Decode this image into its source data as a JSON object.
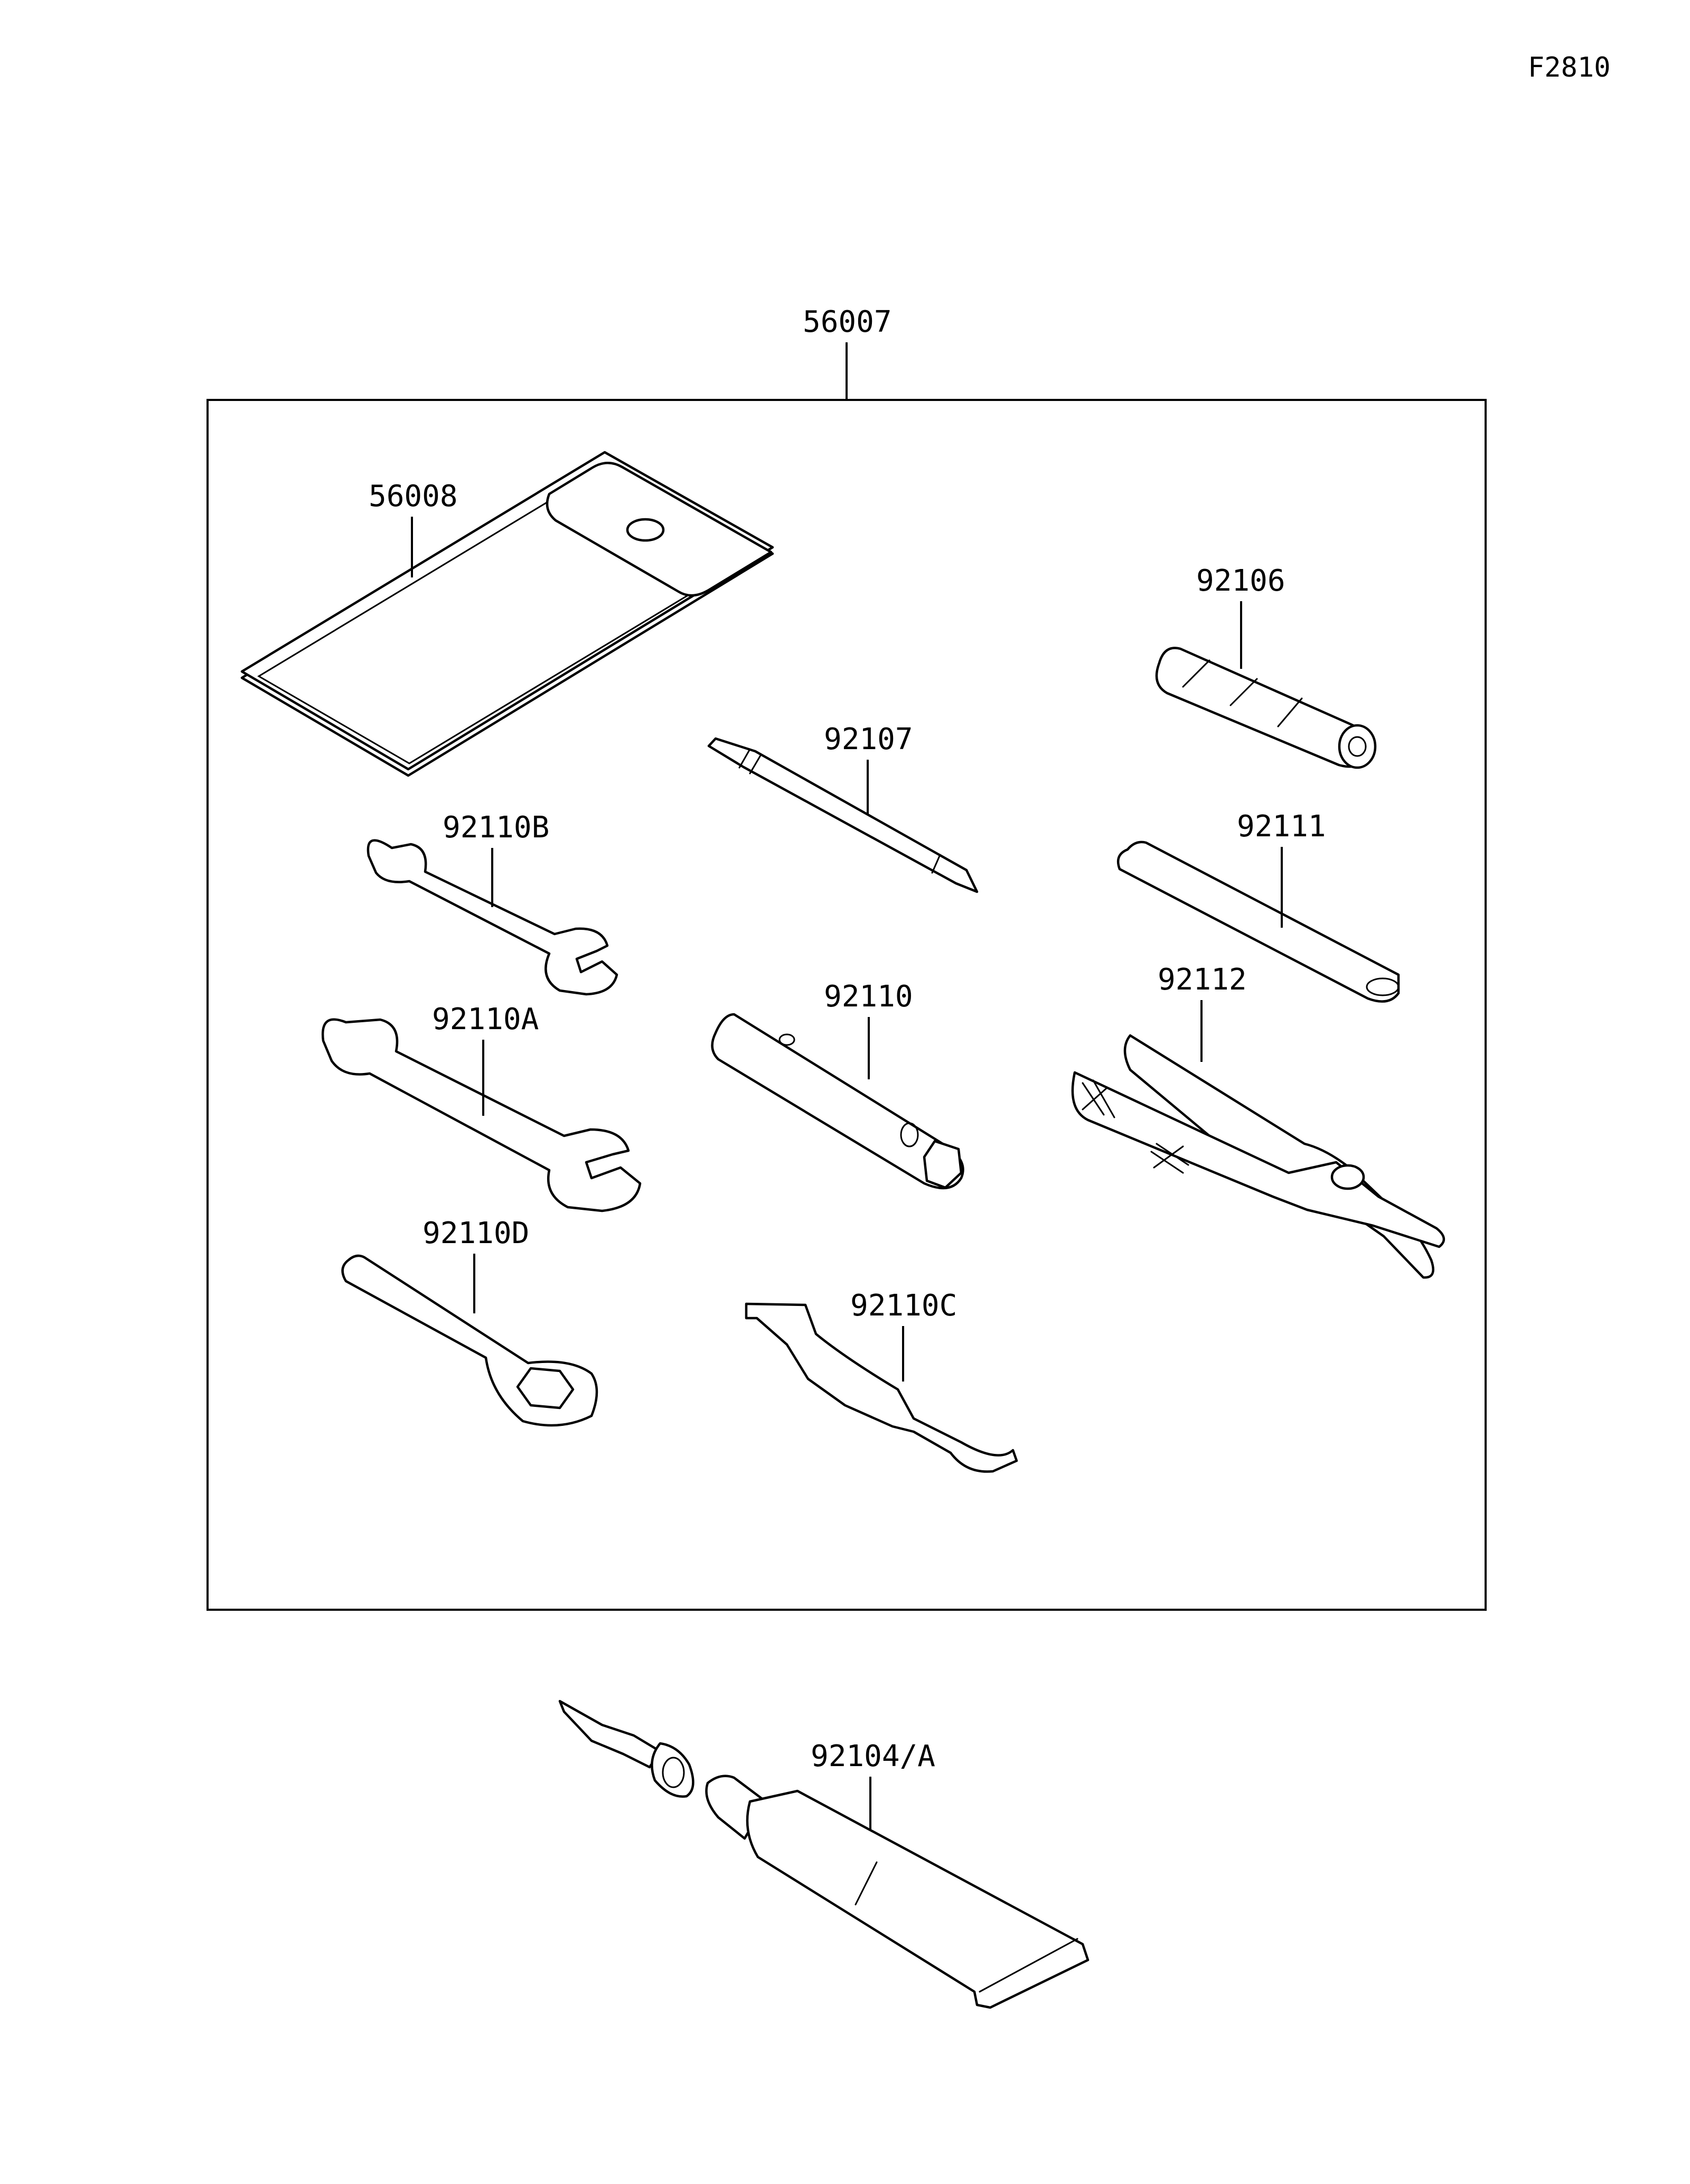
{
  "figure_code": "F2810",
  "assembly_label": "56007",
  "parts": {
    "case": "56008",
    "grip": "92106",
    "screwdriver": "92107",
    "wrench_b": "92110B",
    "bar": "92111",
    "wrench_a": "92110A",
    "box_wrench": "92110",
    "pliers": "92112",
    "ring_wrench": "92110D",
    "hook_wrench": "92110C",
    "repair_kit": "92104/A"
  }
}
